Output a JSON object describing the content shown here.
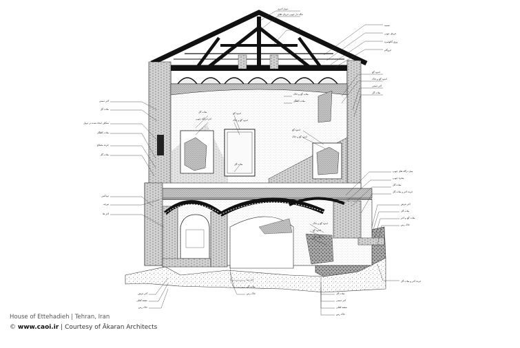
{
  "caption": {
    "project": "House of Ettehadieh",
    "separator": "|",
    "location": "Tehran, Iran",
    "copyright_symbol": "©",
    "website": "www.caoi.ir",
    "credit": "Courtesy of Ākaran Architects"
  },
  "labels": {
    "top_1": "دیوار آجری",
    "top_2": "تنگه دار چوبی خرپای طاق",
    "top_3": "خرپای چوبی",
    "right_1": "تسمه",
    "right_2": "خرپای چوبی",
    "right_3": "ورق گالوانیزه",
    "right_4": "ایزوگام",
    "right_5": "اندود گچ",
    "right_6": "اندود گچ و خاک",
    "right_7": "آجر دستی",
    "right_8": "ملات گل",
    "mid_wall_1": "ملات گچ و خاک",
    "mid_wall_2": "ملات کاهگل",
    "mid_left_1": "ملات گل",
    "mid_left_2": "اجزا درگاه چوبی",
    "mid_1": "اندود گچ",
    "mid_2": "اندود گچ و خاک",
    "mid_3": "ملات گل",
    "mid_right_1": "اندود گچ",
    "mid_right_2": "اندود گچ و خاک",
    "left_1": "آجر دستی",
    "left_2": "ملات گل",
    "left_3": "شکاف ایجاد شده در دیوار",
    "left_4": "ملات کاهگل",
    "left_5": "خرده مصالح",
    "left_6": "ملات گل",
    "left_7": "دودکش",
    "left_8": "تیرچه",
    "left_9": "آجر ها",
    "rl_1": "میل درگاه های چوبی",
    "rl_2": "پنجره چوبی",
    "rl_3": "ملات گل",
    "rl_4": "خرده آجر و ملات گل",
    "rl_5": "آجر فرش",
    "rl_6": "ملات گل",
    "rl_7": "ملات گچ و آجر",
    "rl_8": "خاک رس",
    "lower_mid_1": "اندود گچ و خاک",
    "lower_mid_2": "اندود گچ",
    "lower_mid_3": "ملات گل",
    "bottom_1": "آجر نما",
    "bottom_2": "ملات گل",
    "bottom_3": "خاک رس",
    "bottom_left_1": "آجر فرش",
    "bottom_left_2": "شفته آهکی",
    "bottom_left_3": "خاک رس",
    "bottom_right_1": "ملات گل",
    "bottom_right_2": "آجر دستی",
    "bottom_right_3": "شفته آهکی",
    "bottom_right_4": "خاک رس",
    "foundation": "خرده آجر و ملات گل"
  }
}
